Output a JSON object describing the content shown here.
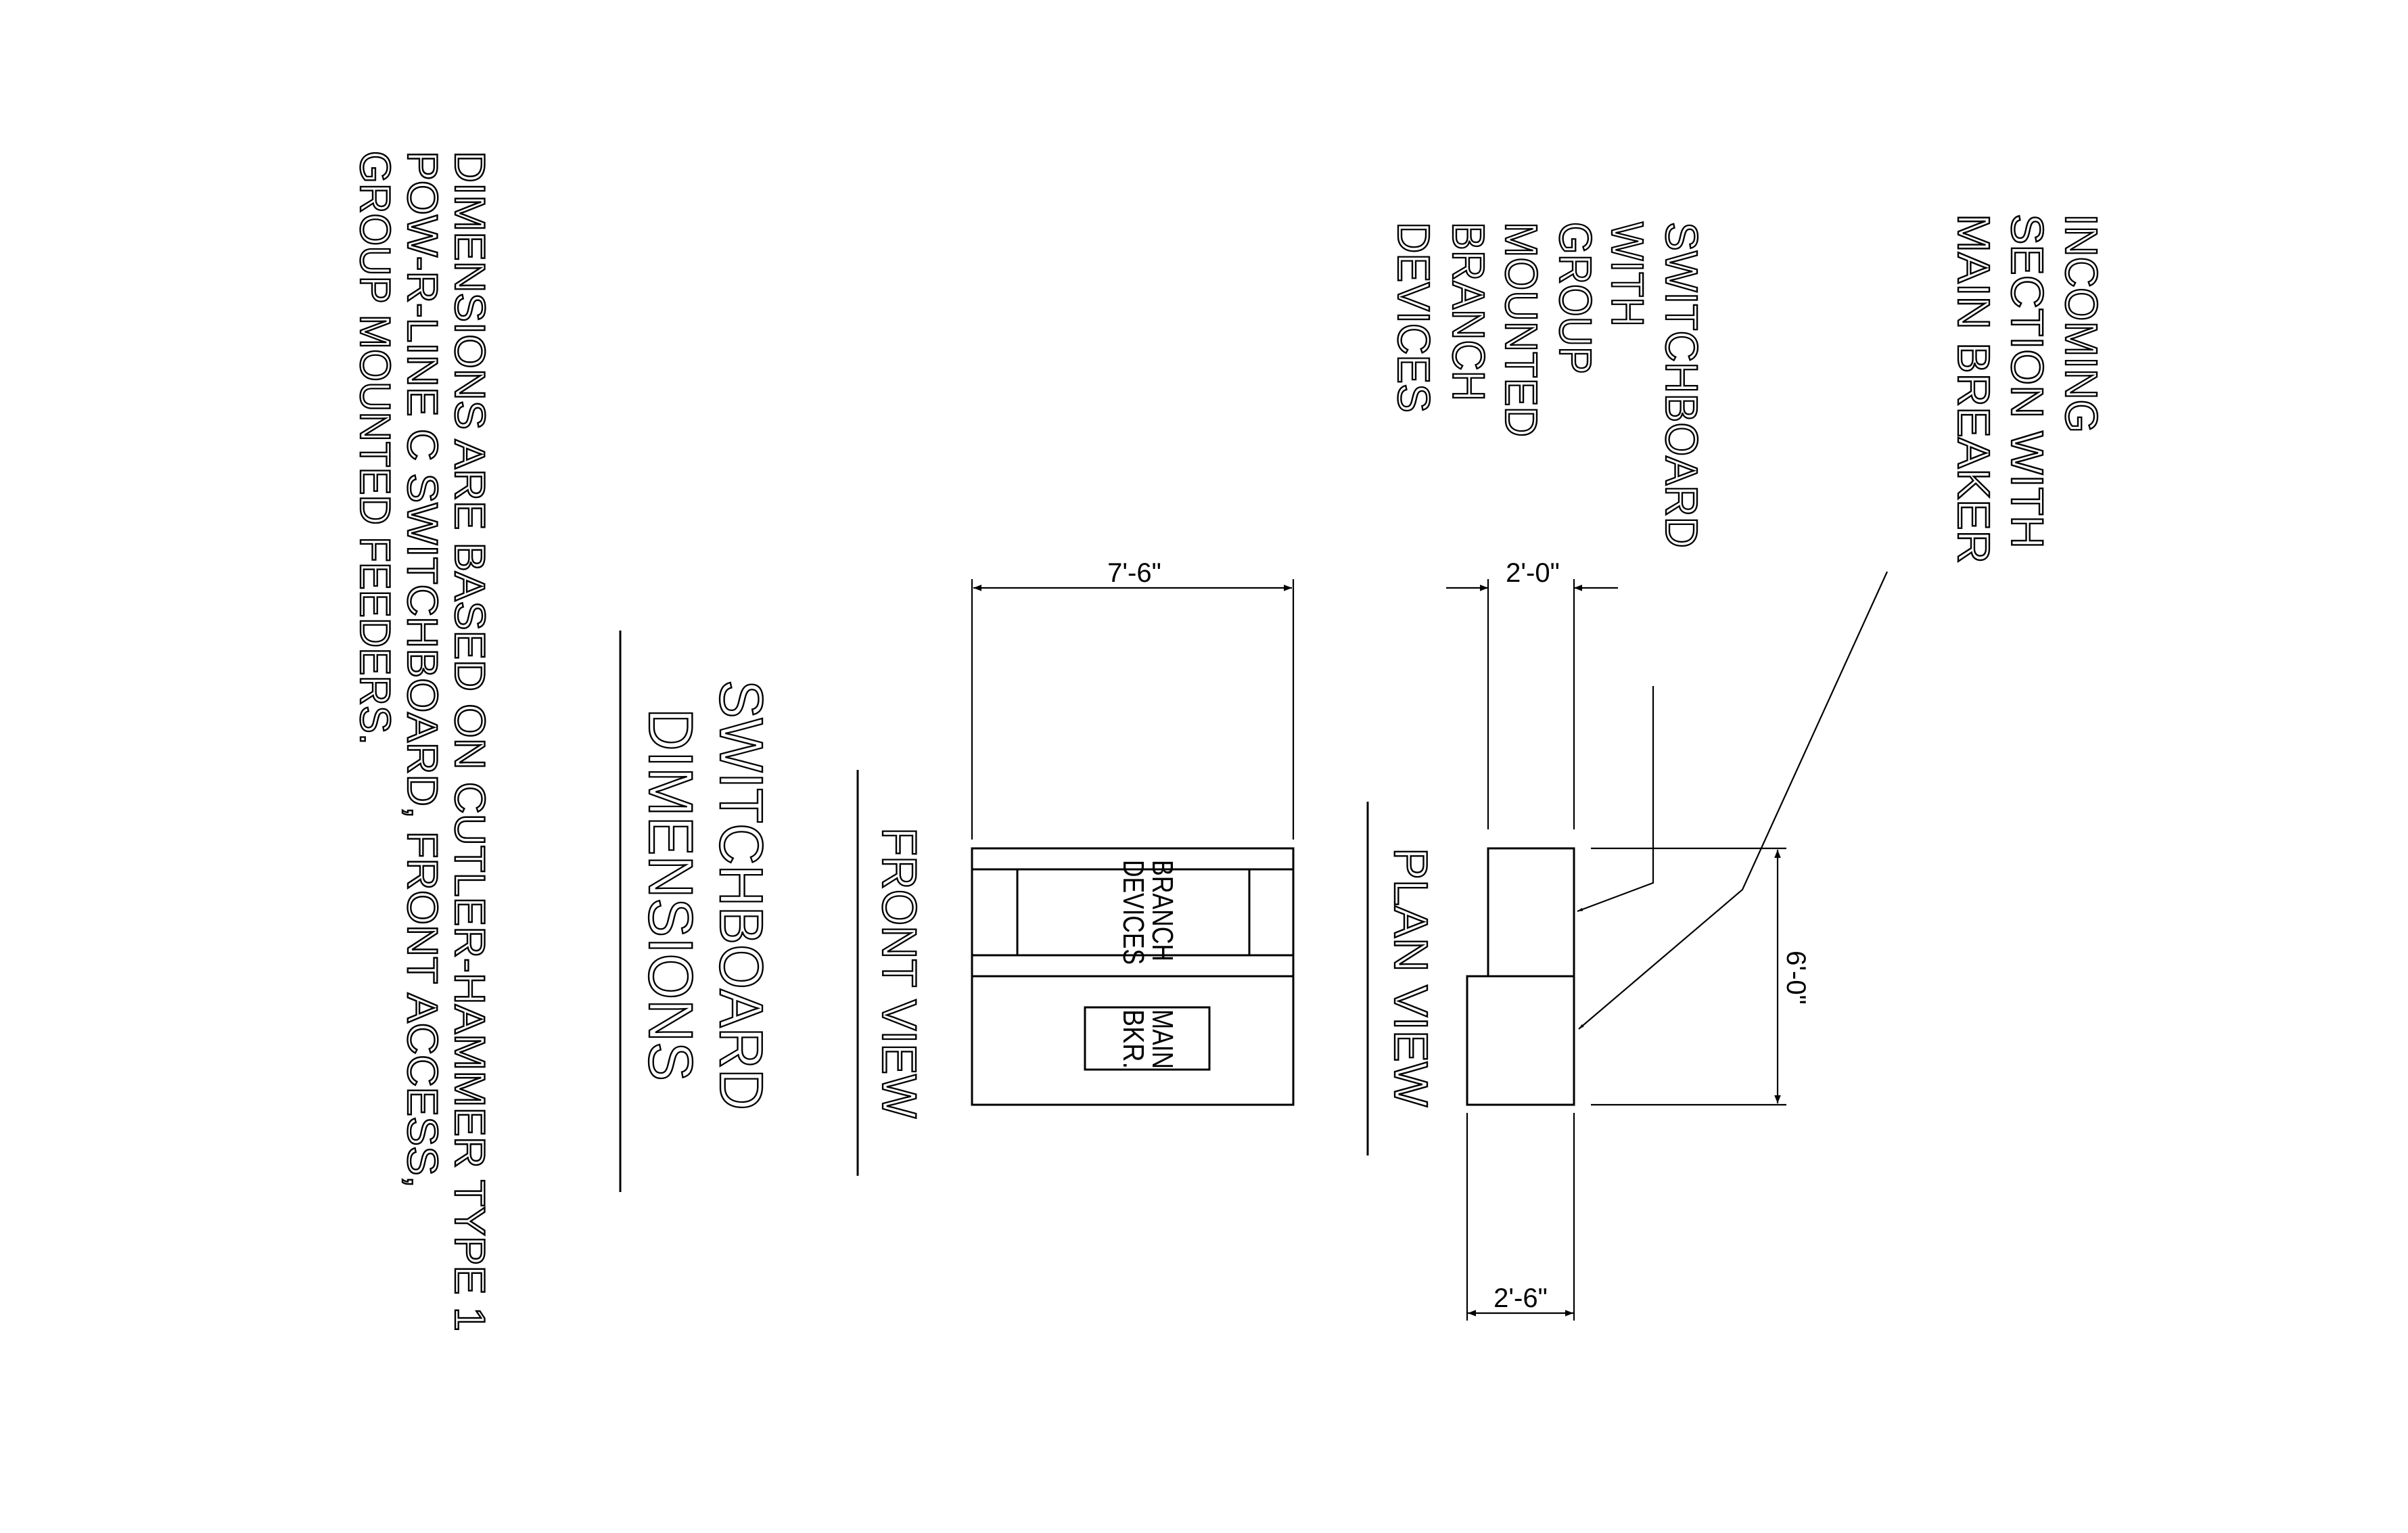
{
  "callouts": {
    "incoming": [
      "INCOMING",
      "SECTION WITH",
      "MAIN BREAKER"
    ],
    "switchboard": [
      "SWITCHBOARD",
      "WITH",
      "GROUP",
      "MOUNTED",
      "BRANCH",
      "DEVICES"
    ]
  },
  "plan_view": {
    "title": "PLAN VIEW",
    "dim_top": "2'-0\"",
    "dim_bottom": "2'-6\"",
    "dim_depth": "6'-0\""
  },
  "front_view": {
    "title": "FRONT VIEW",
    "dim_width": "7'-6\"",
    "branch_label": [
      "BRANCH",
      "DEVICES"
    ],
    "main_label": [
      "MAIN",
      "BKR."
    ]
  },
  "title_block": {
    "lines": [
      "SWITCHBOARD",
      "DIMENSIONS"
    ]
  },
  "notes": [
    "DIMENSIONS ARE BASED ON CUTLER-HAMMER TYPE 1",
    "POW-R-LINE C SWITCHBOARD, FRONT ACCESS,",
    "GROUP MOUNTED FEEDERS."
  ]
}
